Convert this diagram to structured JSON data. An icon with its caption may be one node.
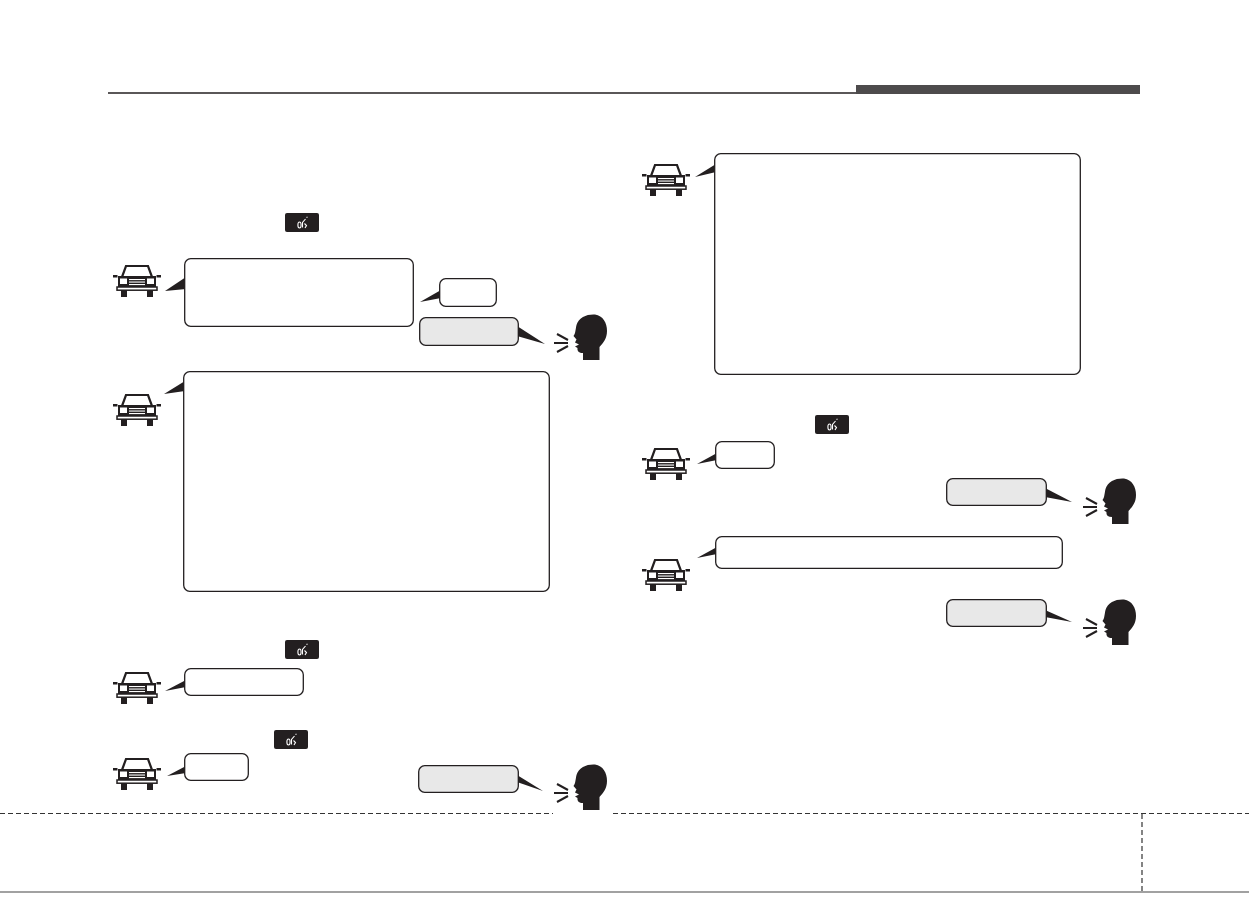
{
  "diagram": {
    "nodes": [
      {
        "text": [],
        "shape": "bubble"
      },
      {
        "text": [],
        "shape": "bubble"
      },
      {
        "text": [],
        "shape": "bubble"
      },
      {
        "text": [],
        "shape": "bubble"
      },
      {
        "text": [],
        "shape": "bubble"
      },
      {
        "text": [],
        "shape": "bubble"
      },
      {
        "text": [],
        "shape": "bubble"
      },
      {
        "text": [],
        "shape": "bubble"
      },
      {
        "text": [],
        "shape": "bubble"
      },
      {
        "text": [],
        "shape": "bubble"
      },
      {
        "text": [],
        "shape": "bubble"
      },
      {
        "text": [],
        "shape": "bubble"
      }
    ]
  }
}
